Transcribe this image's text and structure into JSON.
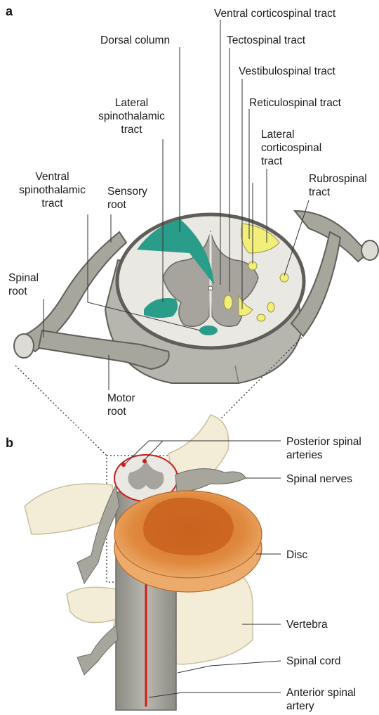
{
  "panels": {
    "a": "a",
    "b": "b"
  },
  "labels_a": {
    "ventral_corticospinal": "Ventral corticospinal tract",
    "dorsal_column": "Dorsal column",
    "tectospinal": "Tectospinal tract",
    "vestibulospinal": "Vestibulospinal tract",
    "lateral_spinothalamic": "Lateral\nspinothalamic\ntract",
    "reticulospinal": "Reticulospinal tract",
    "lateral_corticospinal": "Lateral\ncorticospinal\ntract",
    "ventral_spinothalamic": "Ventral\nspinothalamic\ntract",
    "sensory_root": "Sensory\nroot",
    "rubrospinal": "Rubrospinal\ntract",
    "spinal_root": "Spinal\nroot",
    "motor_root": "Motor\nroot"
  },
  "labels_b": {
    "posterior_spinal_arteries": "Posterior spinal\narteries",
    "spinal_nerves": "Spinal nerves",
    "disc": "Disc",
    "vertebra": "Vertebra",
    "spinal_cord": "Spinal cord",
    "anterior_spinal_artery": "Anterior spinal\nartery"
  },
  "colors": {
    "sensory_tract": "#2a9d8a",
    "motor_tract": "#f2ee7a",
    "grey_matter": "#a6a49c",
    "white_matter": "#e9e8e3",
    "nerve": "#a3a299",
    "bone": "#f3ecd6",
    "disc_outer": "#e9a766",
    "disc_inner": "#d8752f",
    "artery": "#d11a1a"
  }
}
